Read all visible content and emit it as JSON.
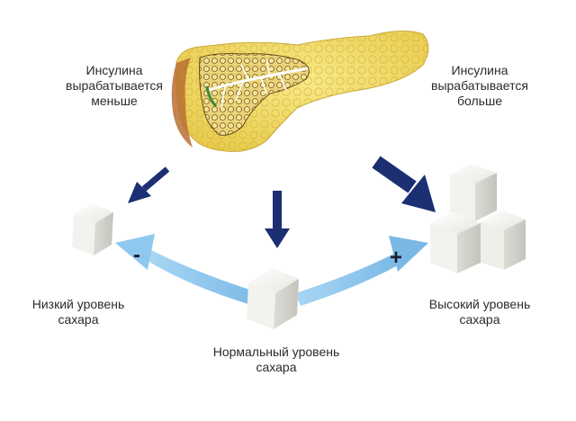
{
  "labels": {
    "insulin_less": [
      "Инсулина",
      "вырабатывается",
      "меньше"
    ],
    "insulin_more": [
      "Инсулина",
      "вырабатывается",
      "больше"
    ],
    "low_sugar": [
      "Низкий уровень",
      "сахара"
    ],
    "normal_sugar": [
      "Нормальный уровень",
      "сахара"
    ],
    "high_sugar": [
      "Высокий уровень",
      "сахара"
    ]
  },
  "signs": {
    "minus": "-",
    "plus": "+"
  },
  "colors": {
    "arrow_dark": "#1c2f73",
    "arrow_light": "#8fc8ef",
    "pancreas": "#f1df6a",
    "duct": "#9a7a2a",
    "sugar": "#f4f4f0"
  },
  "icons": {
    "pancreas": "pancreas-illustration",
    "sugar_cube": "sugar-cube"
  }
}
